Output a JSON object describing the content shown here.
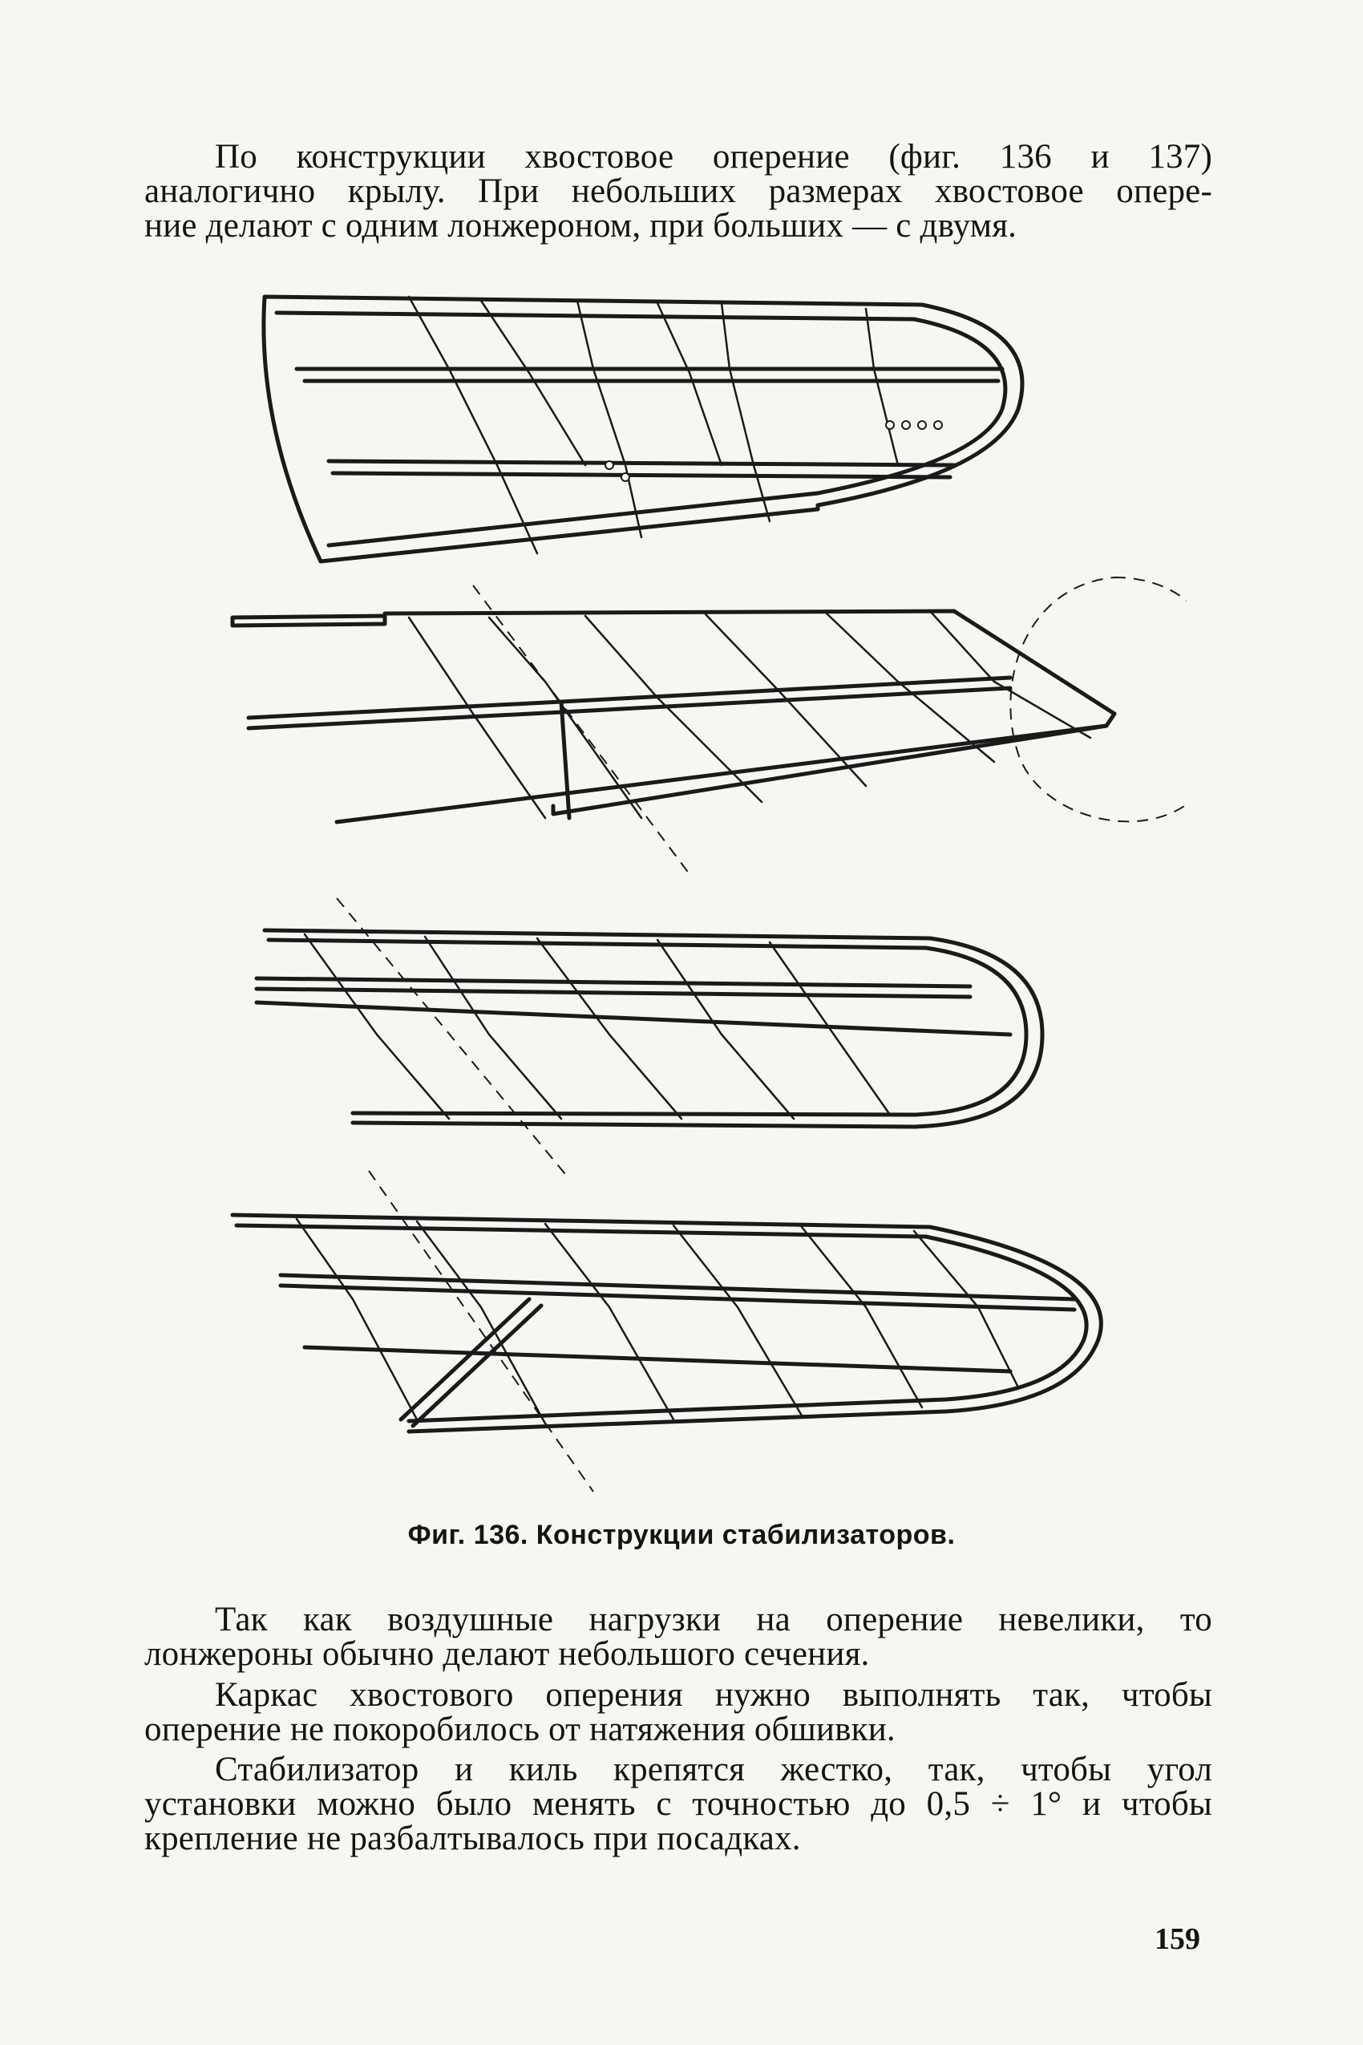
{
  "paragraph_1": {
    "lines": [
      "По конструкции хвостовое оперение (фиг. 136 и 137)",
      "аналогично крылу. При небольших размерах хвостовое опере-",
      "ние делают с одним лонжероном, при больших — с двумя."
    ]
  },
  "figure": {
    "caption": "Фиг. 136. Конструкции стабилизаторов."
  },
  "paragraph_2": {
    "lines": [
      "Так как воздушные нагрузки на оперение невелики, то",
      "лонжероны обычно делают небольшого сечения."
    ]
  },
  "paragraph_3": {
    "lines": [
      "Каркас хвостового оперения нужно выполнять так, чтобы",
      "оперение не покоробилось от натяжения обшивки."
    ]
  },
  "paragraph_4": {
    "lines": [
      "Стабилизатор и киль крепятся жестко, так, чтобы угол",
      "установки можно было менять с точностью до 0,5 ÷ 1° и чтобы",
      "крепление не разбалтывалось при посадках."
    ]
  },
  "page_number": "159"
}
